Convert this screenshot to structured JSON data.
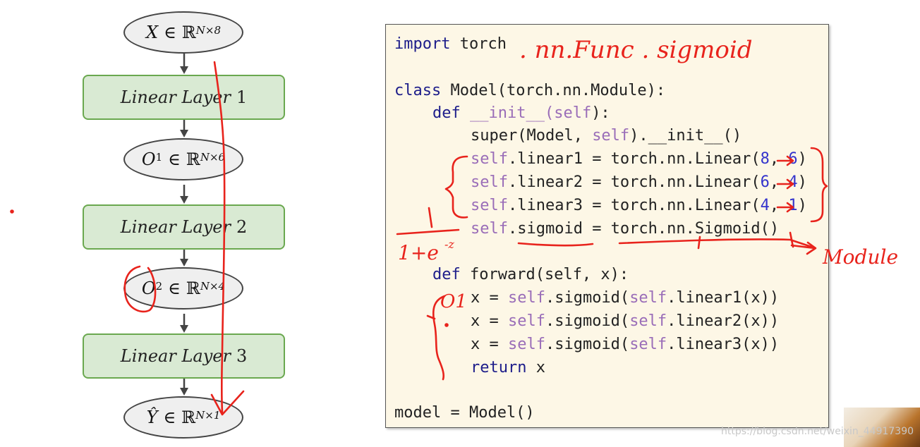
{
  "diagram": {
    "nodes": [
      {
        "kind": "ellipse",
        "symbol": "X",
        "sup": "N×8"
      },
      {
        "kind": "rect",
        "label": "Linear Layer",
        "index": "1"
      },
      {
        "kind": "ellipse",
        "symbol": "O",
        "pre_sup": "1",
        "sup": "N×6"
      },
      {
        "kind": "rect",
        "label": "Linear Layer",
        "index": "2"
      },
      {
        "kind": "ellipse",
        "symbol": "O",
        "pre_sup": "2",
        "sup": "N×4"
      },
      {
        "kind": "rect",
        "label": "Linear Layer",
        "index": "3"
      },
      {
        "kind": "ellipse",
        "symbol": "Ŷ",
        "sup": "N×1"
      }
    ],
    "member_of": "∈",
    "reals": "ℝ"
  },
  "code": {
    "l1_kw": "import",
    "l1_rest": " torch",
    "l2_kw": "class",
    "l2_rest": " Model(torch.nn.Module):",
    "l3_kw": "def",
    "l3_init": " __init__(",
    "l3_self": "self",
    "l3_end": "):",
    "l4_a": "super(Model, ",
    "l4_self": "self",
    "l4_b": ").__init__()",
    "l5_self": "self",
    "l5_a": ".linear1 = torch.nn.Linear(",
    "l5_n1": "8",
    "l5_c": ", ",
    "l5_n2": "6",
    "l5_e": ")",
    "l6_self": "self",
    "l6_a": ".linear2 = torch.nn.Linear(",
    "l6_n1": "6",
    "l6_c": ", ",
    "l6_n2": "4",
    "l6_e": ")",
    "l7_self": "self",
    "l7_a": ".linear3 = torch.nn.Linear(",
    "l7_n1": "4",
    "l7_c": ", ",
    "l7_n2": "1",
    "l7_e": ")",
    "l8_self": "self",
    "l8_a": ".sigmoid = torch.nn.Sigmoid()",
    "l9_kw": "def",
    "l9_rest": " forward(self, x):",
    "l10_a": "x = ",
    "l10_self": "self",
    "l10_b": ".sigmoid(",
    "l10_self2": "self",
    "l10_c": ".linear1(x))",
    "l11_a": "x = ",
    "l11_self": "self",
    "l11_b": ".sigmoid(",
    "l11_self2": "self",
    "l11_c": ".linear2(x))",
    "l12_a": "x = ",
    "l12_self": "self",
    "l12_b": ".sigmoid(",
    "l12_self2": "self",
    "l12_c": ".linear3(x))",
    "l13_kw": "return",
    "l13_rest": " x",
    "l14": "model = Model()"
  },
  "annotations": {
    "handwritten_top": ". nn.Func . sigmoid",
    "handwritten_frac_num": "1",
    "handwritten_frac_den": "1+e",
    "handwritten_frac_exp": "-z",
    "handwritten_right": "Module",
    "handwritten_o1": "O1"
  },
  "watermark": "https://blog.csdn.net/weixin_44917390",
  "colors": {
    "ink": "#e8231c",
    "box_fill": "#d9ead3",
    "box_border": "#6aa84f",
    "panel_bg": "#fdf7e6"
  }
}
